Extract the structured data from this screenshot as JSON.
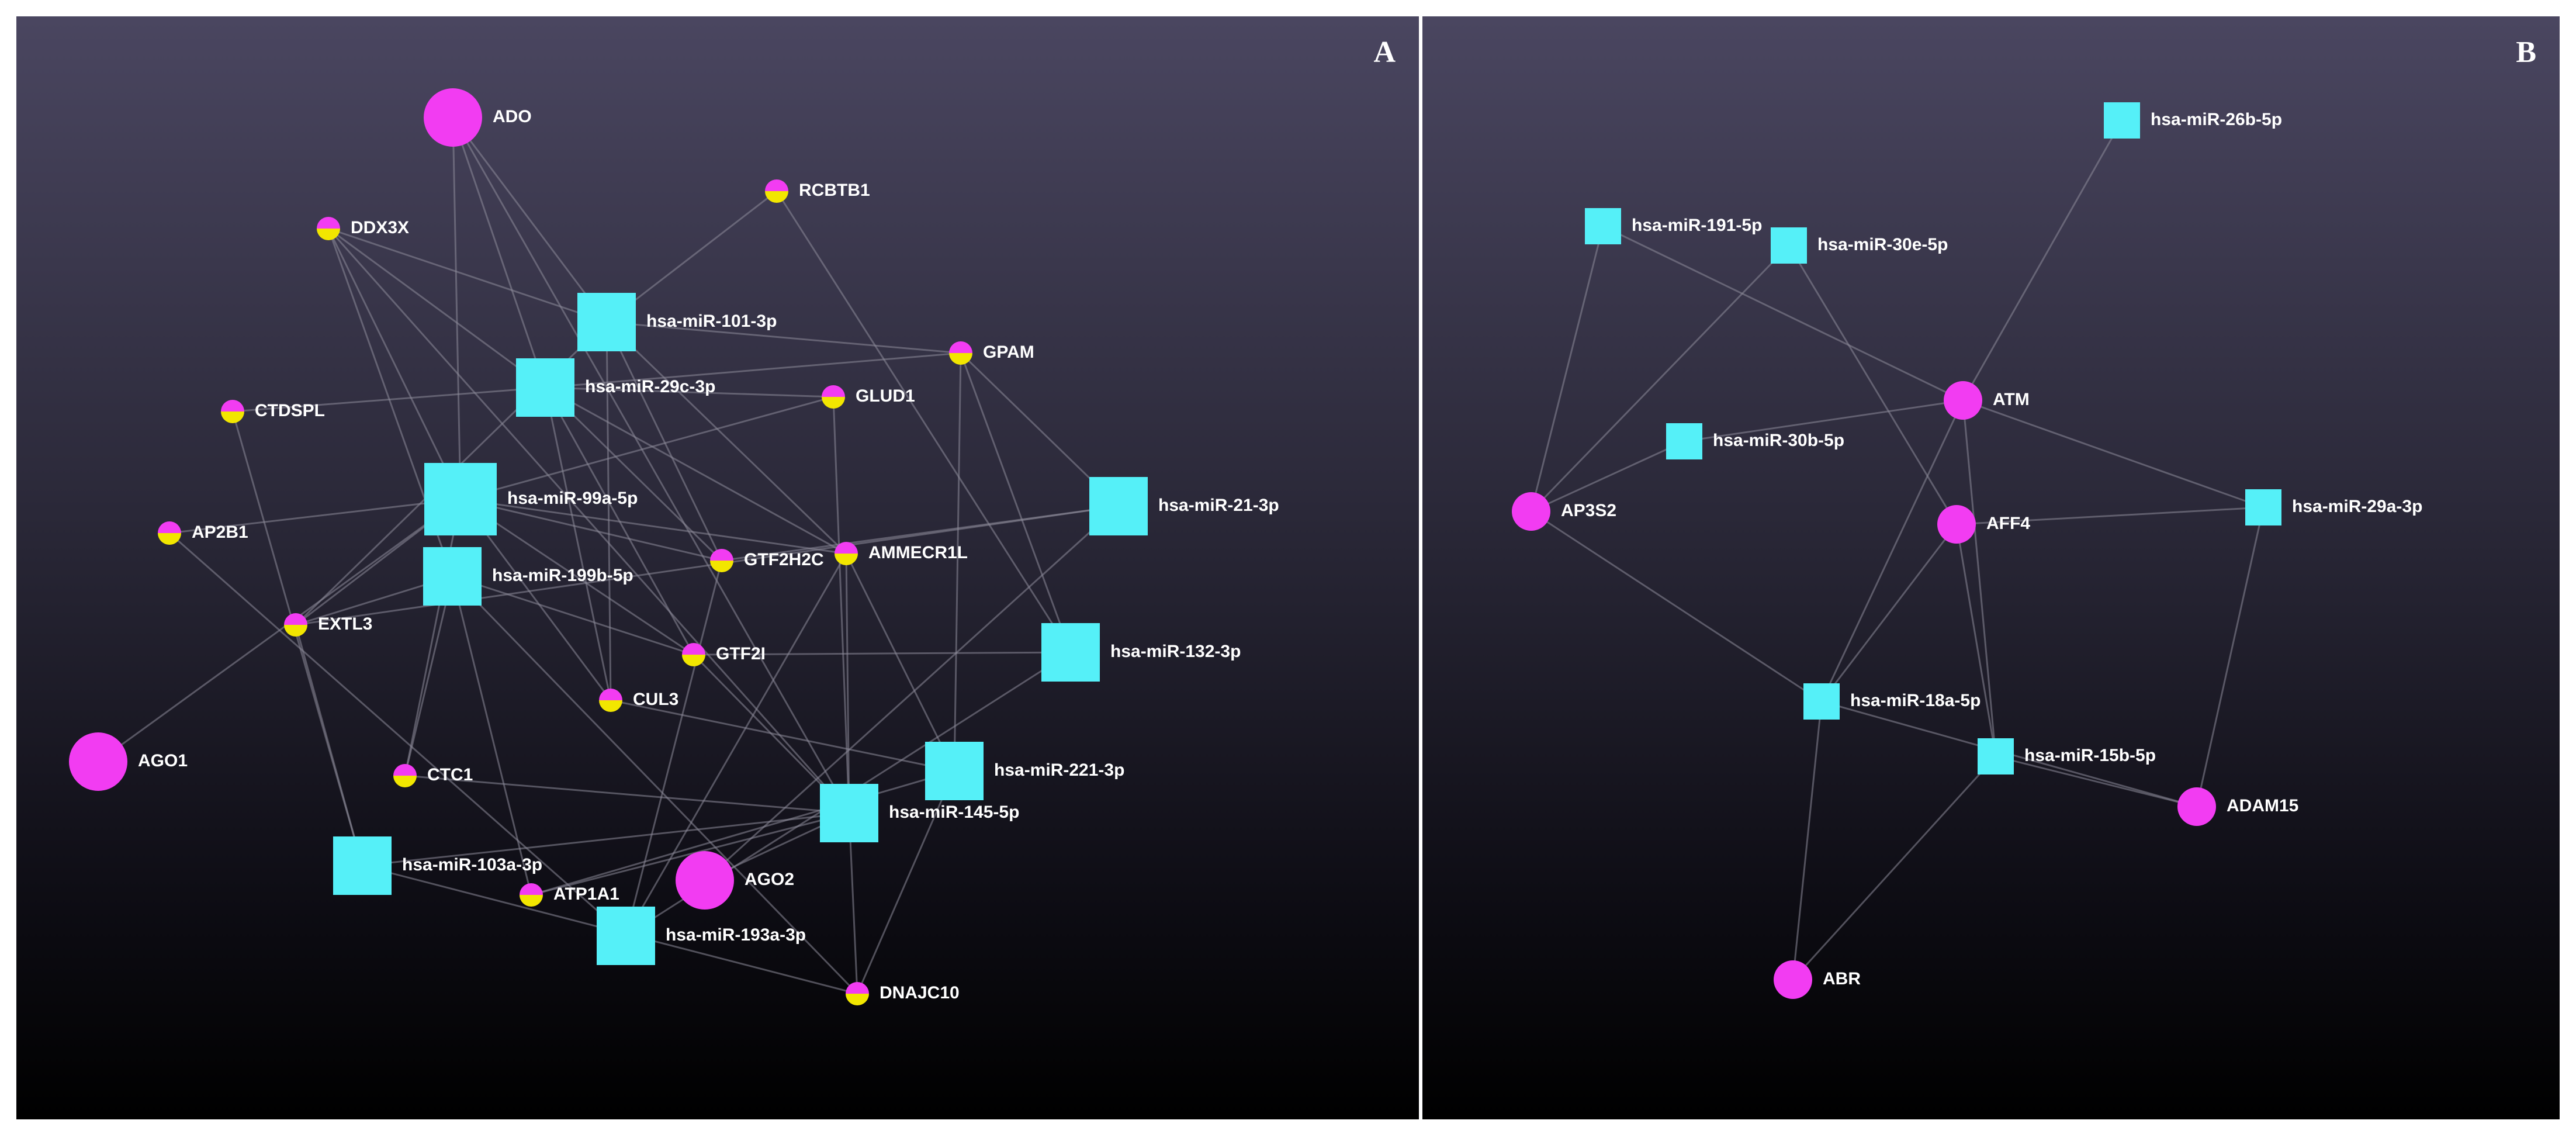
{
  "colors": {
    "mirna": "#55f0f8",
    "gene": "#f23cf2",
    "gene_alt": "#f2e600",
    "edge": "#8c8a99"
  },
  "panels": [
    {
      "id": "a",
      "letter": "A",
      "nodes": [
        {
          "id": "ADO",
          "label": "ADO",
          "type": "gene",
          "variant": "large"
        },
        {
          "id": "RCBTB1",
          "label": "RCBTB1",
          "type": "gene",
          "variant": "split"
        },
        {
          "id": "DDX3X",
          "label": "DDX3X",
          "type": "gene",
          "variant": "split"
        },
        {
          "id": "miR101",
          "label": "hsa-miR-101-3p",
          "type": "mirna",
          "variant": "large"
        },
        {
          "id": "GPAM",
          "label": "GPAM",
          "type": "gene",
          "variant": "split"
        },
        {
          "id": "miR29c",
          "label": "hsa-miR-29c-3p",
          "type": "mirna",
          "variant": "large"
        },
        {
          "id": "GLUD1",
          "label": "GLUD1",
          "type": "gene",
          "variant": "split"
        },
        {
          "id": "CTDSPL",
          "label": "CTDSPL",
          "type": "gene",
          "variant": "split"
        },
        {
          "id": "miR99a",
          "label": "hsa-miR-99a-5p",
          "type": "mirna",
          "variant": "xlarge"
        },
        {
          "id": "miR21",
          "label": "hsa-miR-21-3p",
          "type": "mirna",
          "variant": "large"
        },
        {
          "id": "AP2B1",
          "label": "AP2B1",
          "type": "gene",
          "variant": "split"
        },
        {
          "id": "AMMECR1L",
          "label": "AMMECR1L",
          "type": "gene",
          "variant": "split"
        },
        {
          "id": "miR199b",
          "label": "hsa-miR-199b-5p",
          "type": "mirna",
          "variant": "large"
        },
        {
          "id": "GTF2H2C",
          "label": "GTF2H2C",
          "type": "gene",
          "variant": "split"
        },
        {
          "id": "EXTL3",
          "label": "EXTL3",
          "type": "gene",
          "variant": "split"
        },
        {
          "id": "miR132",
          "label": "hsa-miR-132-3p",
          "type": "mirna",
          "variant": "large"
        },
        {
          "id": "GTF2I",
          "label": "GTF2I",
          "type": "gene",
          "variant": "split"
        },
        {
          "id": "CUL3",
          "label": "CUL3",
          "type": "gene",
          "variant": "split"
        },
        {
          "id": "AGO1",
          "label": "AGO1",
          "type": "gene",
          "variant": "large"
        },
        {
          "id": "miR221",
          "label": "hsa-miR-221-3p",
          "type": "mirna",
          "variant": "large"
        },
        {
          "id": "CTC1",
          "label": "CTC1",
          "type": "gene",
          "variant": "split"
        },
        {
          "id": "miR145",
          "label": "hsa-miR-145-5p",
          "type": "mirna",
          "variant": "large"
        },
        {
          "id": "miR103a",
          "label": "hsa-miR-103a-3p",
          "type": "mirna",
          "variant": "large"
        },
        {
          "id": "AGO2",
          "label": "AGO2",
          "type": "gene",
          "variant": "large"
        },
        {
          "id": "ATP1A1",
          "label": "ATP1A1",
          "type": "gene",
          "variant": "split"
        },
        {
          "id": "miR193a",
          "label": "hsa-miR-193a-3p",
          "type": "mirna",
          "variant": "large"
        },
        {
          "id": "DNAJC10",
          "label": "DNAJC10",
          "type": "gene",
          "variant": "split"
        }
      ],
      "edges": [
        [
          "ADO",
          "miR99a"
        ],
        [
          "ADO",
          "miR29c"
        ],
        [
          "ADO",
          "miR145"
        ],
        [
          "ADO",
          "miR101"
        ],
        [
          "DDX3X",
          "miR101"
        ],
        [
          "DDX3X",
          "miR99a"
        ],
        [
          "DDX3X",
          "miR29c"
        ],
        [
          "DDX3X",
          "miR145"
        ],
        [
          "DDX3X",
          "miR199b"
        ],
        [
          "RCBTB1",
          "miR101"
        ],
        [
          "RCBTB1",
          "miR132"
        ],
        [
          "GPAM",
          "miR101"
        ],
        [
          "GPAM",
          "miR29c"
        ],
        [
          "GPAM",
          "miR21"
        ],
        [
          "GPAM",
          "miR221"
        ],
        [
          "GPAM",
          "miR132"
        ],
        [
          "GLUD1",
          "miR99a"
        ],
        [
          "GLUD1",
          "miR29c"
        ],
        [
          "GLUD1",
          "miR145"
        ],
        [
          "CTDSPL",
          "miR29c"
        ],
        [
          "CTDSPL",
          "miR103a"
        ],
        [
          "AP2B1",
          "miR99a"
        ],
        [
          "AP2B1",
          "miR193a"
        ],
        [
          "AMMECR1L",
          "miR29c"
        ],
        [
          "AMMECR1L",
          "miR145"
        ],
        [
          "AMMECR1L",
          "miR221"
        ],
        [
          "AMMECR1L",
          "miR193a"
        ],
        [
          "AMMECR1L",
          "miR101"
        ],
        [
          "AMMECR1L",
          "miR99a"
        ],
        [
          "GTF2H2C",
          "miR99a"
        ],
        [
          "GTF2H2C",
          "miR193a"
        ],
        [
          "GTF2H2C",
          "miR21"
        ],
        [
          "GTF2H2C",
          "miR29c"
        ],
        [
          "GTF2H2C",
          "miR101"
        ],
        [
          "EXTL3",
          "miR99a"
        ],
        [
          "EXTL3",
          "miR103a"
        ],
        [
          "EXTL3",
          "miR21"
        ],
        [
          "EXTL3",
          "miR199b"
        ],
        [
          "EXTL3",
          "miR101"
        ],
        [
          "GTF2I",
          "miR132"
        ],
        [
          "GTF2I",
          "miR99a"
        ],
        [
          "GTF2I",
          "miR199b"
        ],
        [
          "GTF2I",
          "miR29c"
        ],
        [
          "GTF2I",
          "miR145"
        ],
        [
          "CUL3",
          "miR101"
        ],
        [
          "CUL3",
          "miR99a"
        ],
        [
          "CUL3",
          "miR221"
        ],
        [
          "CUL3",
          "miR29c"
        ],
        [
          "AGO1",
          "miR99a"
        ],
        [
          "CTC1",
          "miR199b"
        ],
        [
          "CTC1",
          "miR145"
        ],
        [
          "CTC1",
          "miR99a"
        ],
        [
          "AGO2",
          "miR145"
        ],
        [
          "AGO2",
          "miR21"
        ],
        [
          "ATP1A1",
          "miR145"
        ],
        [
          "ATP1A1",
          "miR199b"
        ],
        [
          "ATP1A1",
          "miR221"
        ],
        [
          "DNAJC10",
          "miR145"
        ],
        [
          "DNAJC10",
          "miR103a"
        ],
        [
          "DNAJC10",
          "miR221"
        ],
        [
          "DNAJC10",
          "miR199b"
        ],
        [
          "miR103a",
          "miR145"
        ],
        [
          "miR193a",
          "miR132"
        ]
      ]
    },
    {
      "id": "b",
      "letter": "B",
      "nodes": [
        {
          "id": "miR26b",
          "label": "hsa-miR-26b-5p",
          "type": "mirna",
          "variant": "small"
        },
        {
          "id": "miR191",
          "label": "hsa-miR-191-5p",
          "type": "mirna",
          "variant": "small"
        },
        {
          "id": "miR30e",
          "label": "hsa-miR-30e-5p",
          "type": "mirna",
          "variant": "small"
        },
        {
          "id": "ATM",
          "label": "ATM",
          "type": "gene",
          "variant": "medium"
        },
        {
          "id": "miR30b",
          "label": "hsa-miR-30b-5p",
          "type": "mirna",
          "variant": "small"
        },
        {
          "id": "AP3S2",
          "label": "AP3S2",
          "type": "gene",
          "variant": "medium"
        },
        {
          "id": "AFF4",
          "label": "AFF4",
          "type": "gene",
          "variant": "medium"
        },
        {
          "id": "miR29a",
          "label": "hsa-miR-29a-3p",
          "type": "mirna",
          "variant": "small"
        },
        {
          "id": "miR18a",
          "label": "hsa-miR-18a-5p",
          "type": "mirna",
          "variant": "small"
        },
        {
          "id": "miR15b",
          "label": "hsa-miR-15b-5p",
          "type": "mirna",
          "variant": "small"
        },
        {
          "id": "ADAM15",
          "label": "ADAM15",
          "type": "gene",
          "variant": "medium"
        },
        {
          "id": "ABR",
          "label": "ABR",
          "type": "gene",
          "variant": "medium"
        }
      ],
      "edges": [
        [
          "ATM",
          "miR26b"
        ],
        [
          "ATM",
          "miR191"
        ],
        [
          "ATM",
          "miR30b"
        ],
        [
          "ATM",
          "miR29a"
        ],
        [
          "ATM",
          "miR18a"
        ],
        [
          "ATM",
          "miR15b"
        ],
        [
          "AP3S2",
          "miR191"
        ],
        [
          "AP3S2",
          "miR30e"
        ],
        [
          "AP3S2",
          "miR30b"
        ],
        [
          "AP3S2",
          "miR18a"
        ],
        [
          "AFF4",
          "miR30e"
        ],
        [
          "AFF4",
          "miR29a"
        ],
        [
          "AFF4",
          "miR18a"
        ],
        [
          "AFF4",
          "miR15b"
        ],
        [
          "ADAM15",
          "miR29a"
        ],
        [
          "ADAM15",
          "miR15b"
        ],
        [
          "ADAM15",
          "miR18a"
        ],
        [
          "ABR",
          "miR18a"
        ],
        [
          "ABR",
          "miR15b"
        ]
      ]
    }
  ]
}
